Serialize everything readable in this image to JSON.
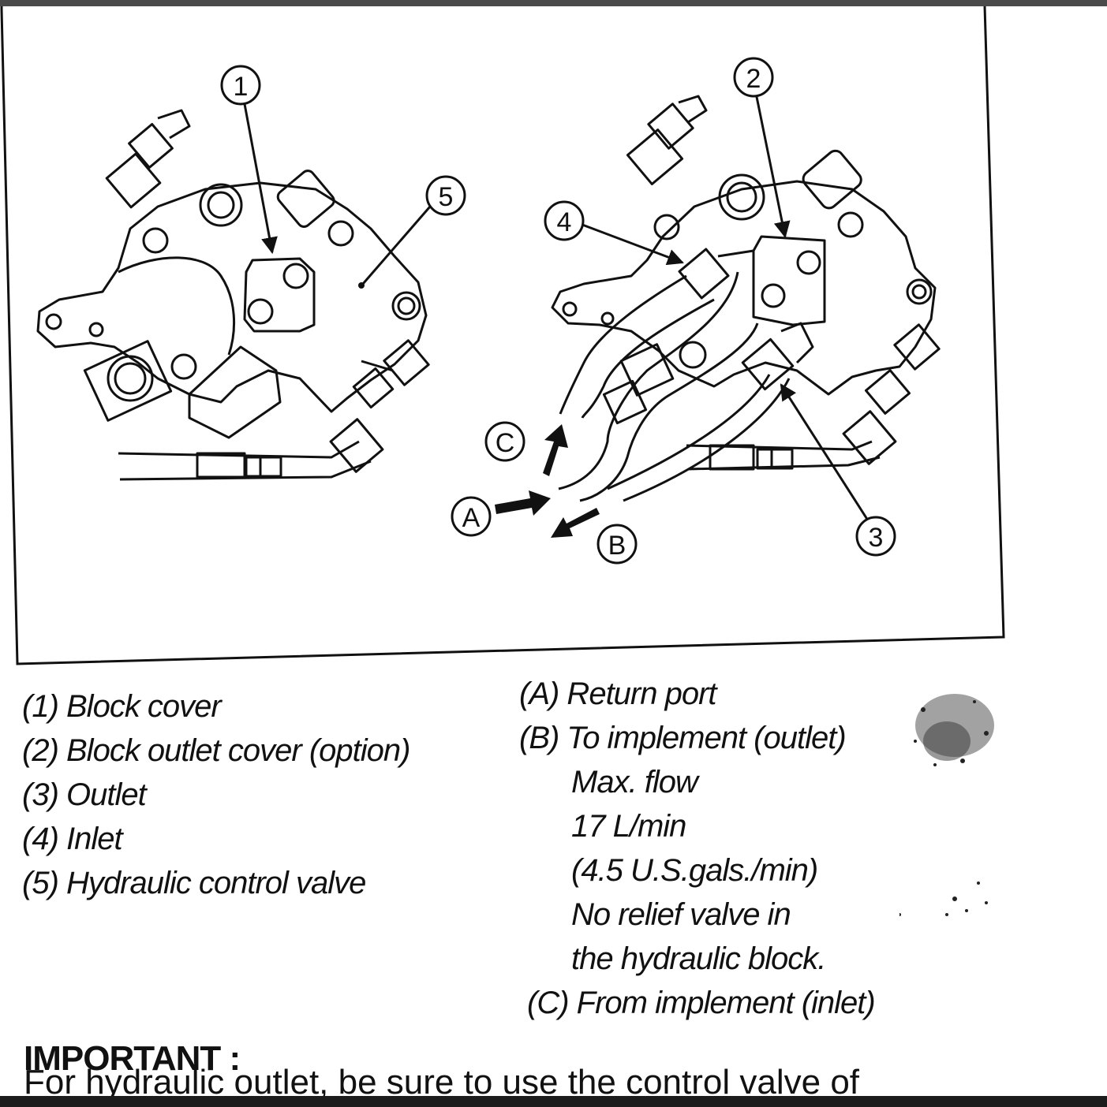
{
  "callouts": {
    "c1": "1",
    "c2": "2",
    "c3": "3",
    "c4": "4",
    "c5": "5",
    "cA": "A",
    "cB": "B",
    "cC": "C"
  },
  "legend_left": [
    "(1) Block cover",
    "(2) Block outlet cover (option)",
    "(3) Outlet",
    "(4) Inlet",
    "(5) Hydraulic control valve"
  ],
  "legend_right": [
    "(A) Return port",
    "(B) To implement (outlet)",
    "Max. flow",
    "17 L/min",
    "(4.5 U.S.gals./min)",
    "No relief valve in",
    "the hydraulic block.",
    "(C) From implement (inlet)"
  ],
  "important": {
    "heading": "IMPORTANT :",
    "cut_text": "For hydraulic outlet, be sure to use the control valve of"
  }
}
